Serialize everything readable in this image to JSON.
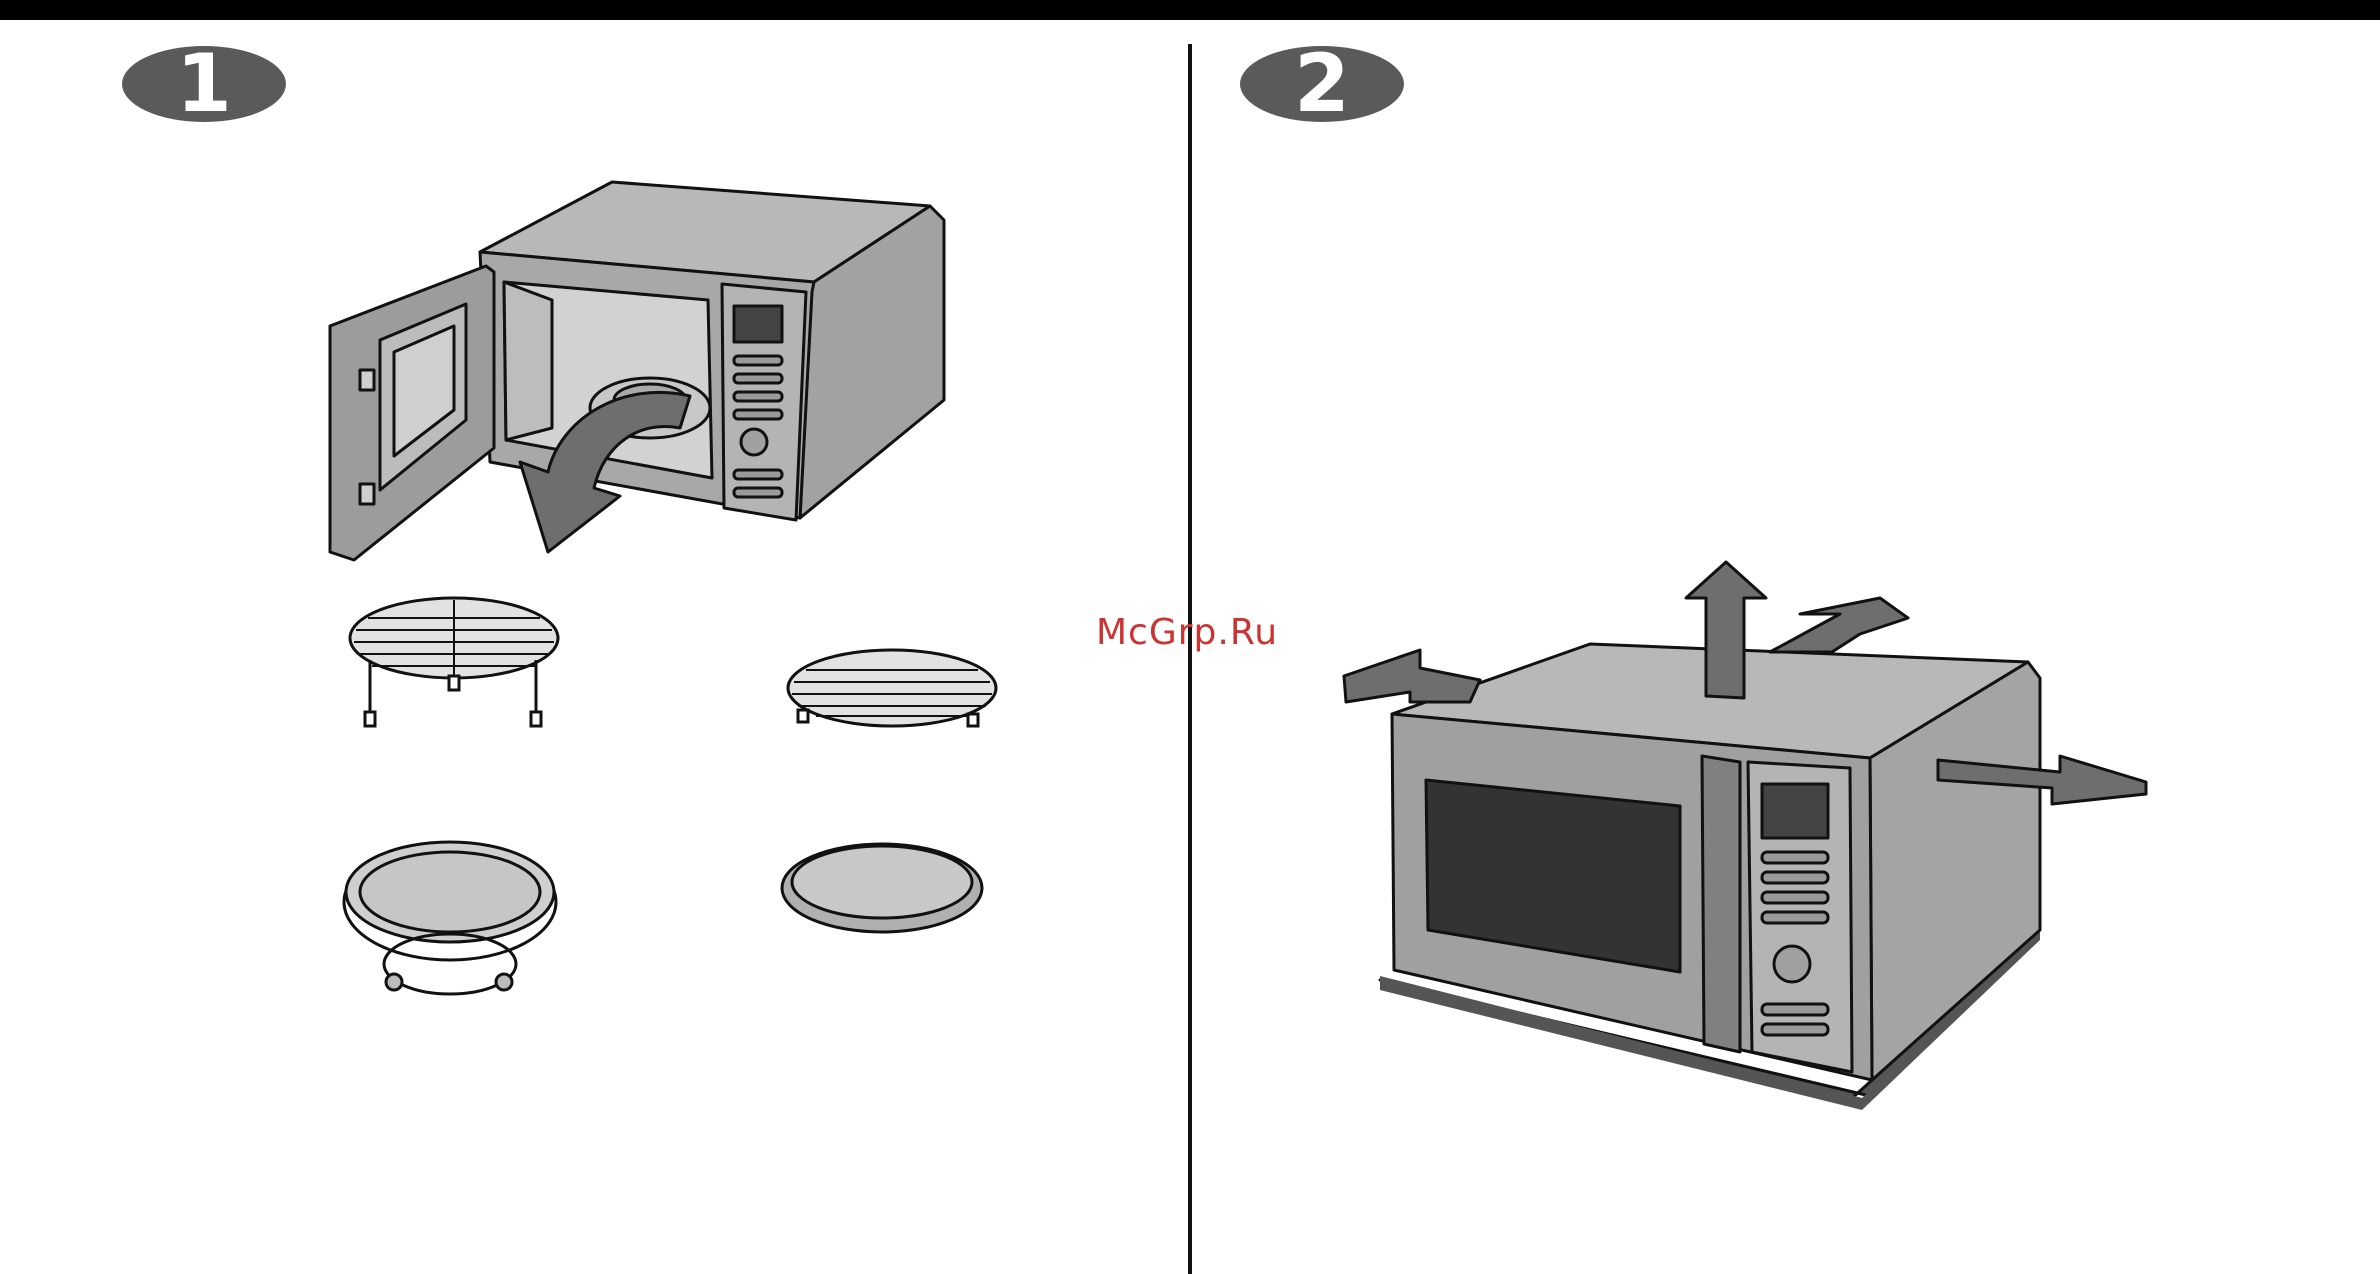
{
  "page": {
    "step_numbers": [
      "1",
      "2"
    ],
    "watermark_text": "McGrp.Ru"
  },
  "colors": {
    "appliance_body": "#a8a8a8",
    "appliance_dark": "#7a7a7a",
    "appliance_light": "#c4c4c4",
    "screen_dark": "#333333",
    "arrow_gray": "#6e6e6e",
    "shadow": "#555555",
    "watermark": "#cc3333"
  }
}
